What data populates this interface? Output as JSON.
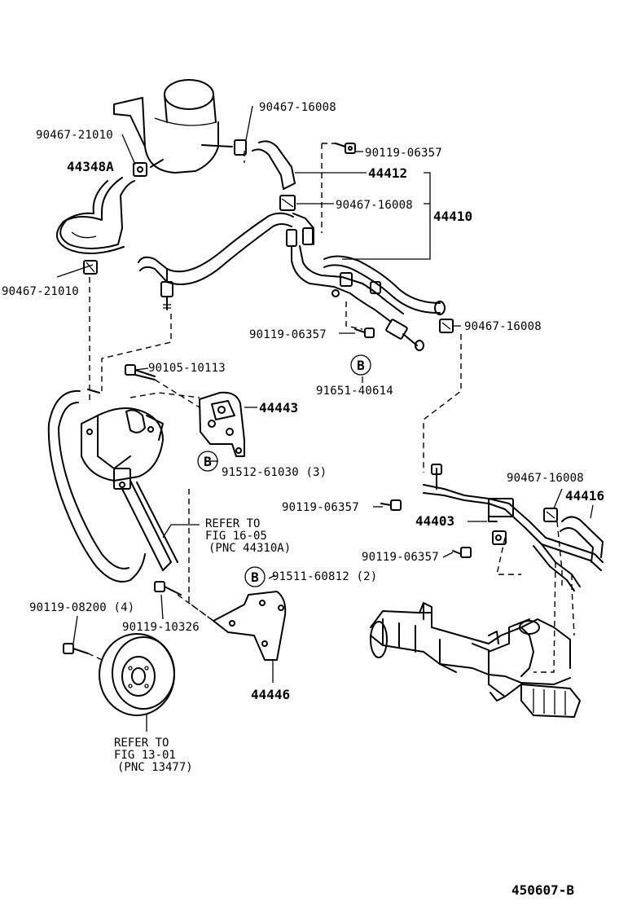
{
  "labels": {
    "p_90467_16008_top": "90467-16008",
    "p_90467_21010_top": "90467-21010",
    "p_44348A": "44348A",
    "p_90119_06357_top": "90119-06357",
    "p_44412": "44412",
    "p_90467_16008_mid": "90467-16008",
    "p_44410": "44410",
    "p_90467_21010_left": "90467-21010",
    "p_90119_06357_mid": "90119-06357",
    "p_90467_16008_right": "90467-16008",
    "p_B1": "B",
    "p_91651_40614": "91651-40614",
    "p_90105_10113": "90105-10113",
    "p_44443": "44443",
    "p_B2": "B",
    "p_91512_61030": "91512-61030 (3)",
    "p_90467_16008_low": "90467-16008",
    "p_44416": "44416",
    "p_90119_06357_low1": "90119-06357",
    "p_44403": "44403",
    "p_90119_06357_low2": "90119-06357",
    "p_B3": "B",
    "p_91511_60812": "91511-60812 (2)",
    "p_90119_08200": "90119-08200 (4)",
    "p_90119_10326": "90119-10326",
    "p_44446": "44446",
    "diagram_code": "450607-B"
  },
  "refs": {
    "ref1": [
      "REFER TO",
      "FIG 16-05",
      "(PNC 44310A)"
    ],
    "ref2": [
      "REFER TO",
      "FIG 13-01",
      "(PNC 13477)"
    ]
  }
}
